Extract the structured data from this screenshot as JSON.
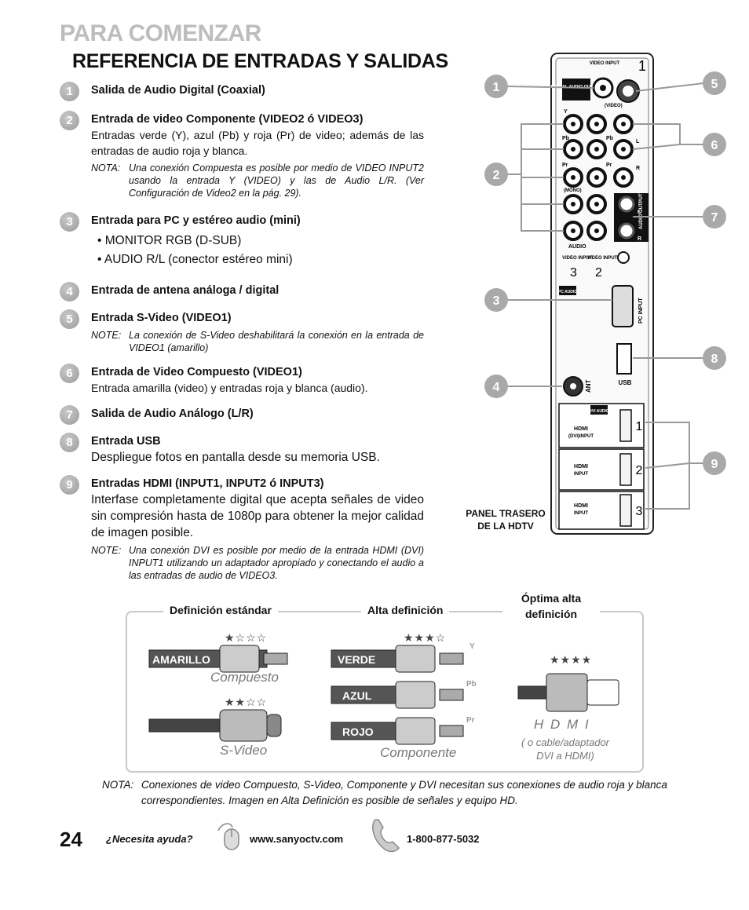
{
  "header": {
    "kicker": "PARA COMENZAR",
    "title": "REFERENCIA DE ENTRADAS Y SALIDAS"
  },
  "items": [
    {
      "num": "1",
      "title": "Salida de Audio Digital (Coaxial)"
    },
    {
      "num": "2",
      "title": "Entrada de video Componente (VIDEO2 ó VIDEO3)",
      "desc": "Entradas verde (Y), azul (Pb) y roja (Pr) de video; además de las entradas de audio roja y blanca.",
      "note_label": "NOTA:",
      "note": "Una conexión Compuesta es posible por medio de VIDEO INPUT2 usando la entrada Y (VIDEO) y las de Audio L/R. (Ver Configuración de Video2 en la pág. 29)."
    },
    {
      "num": "3",
      "title": "Entrada para PC y estéreo audio (mini)",
      "bullets": [
        "• MONITOR RGB (D-SUB)",
        "• AUDIO R/L (conector estéreo mini)"
      ]
    },
    {
      "num": "4",
      "title": "Entrada de antena análoga / digital"
    },
    {
      "num": "5",
      "title": "Entrada S-Video (VIDEO1)",
      "note_label": "NOTE:",
      "note": "La conexión de S-Video deshabilitará la conexión en la entrada de VIDEO1 (amarillo)"
    },
    {
      "num": "6",
      "title": "Entrada de Video Compuesto (VIDEO1)",
      "desc": "Entrada amarilla (video) y entradas roja y blanca (audio)."
    },
    {
      "num": "7",
      "title": "Salida de Audio Análogo (L/R)"
    },
    {
      "num": "8",
      "title": "Entrada USB",
      "desc": "Despliegue fotos en pantalla desde su memoria USB."
    },
    {
      "num": "9",
      "title": "Entradas HDMI (INPUT1, INPUT2 ó INPUT3)",
      "desc": "Interfase completamente digital que acepta señales de video sin compresión hasta de 1080p para obtener la mejor calidad de imagen posible.",
      "note_label": "NOTE:",
      "note": "Una conexión DVI es posible por medio de la entrada HDMI (DVI) INPUT1 utilizando un adaptador apropiado y conectando el audio a las entradas de audio de VIDEO3."
    }
  ],
  "panel": {
    "caption_line1": "PANEL TRASERO",
    "caption_line2": "DE LA HDTV",
    "callouts": [
      "1",
      "2",
      "3",
      "4",
      "5",
      "6",
      "7",
      "8",
      "9"
    ],
    "labels": {
      "digital_audio": "DIGITAL AUDIO OUTPUT",
      "video_input": "VIDEO INPUT",
      "input1_num": "1",
      "video_tag": "(VIDEO)",
      "y": "Y",
      "pb": "Pb",
      "pr": "Pr",
      "l": "L",
      "r": "R",
      "mono": "(MONO)",
      "audio": "AUDIO",
      "vi3": "VIDEO INPUT",
      "vi3_num": "3",
      "vi2": "VIDEO INPUT",
      "vi2_num": "2",
      "pc_input": "PC INPUT",
      "pc_audio": "PC AUDIO",
      "audio_output": "AUDIO OUTPUT",
      "ant": "ANT",
      "usb": "USB",
      "hdmi": "HDMI",
      "dvi_input": "(DVI)INPUT",
      "input": "INPUT",
      "dvi_audio": "DVI AUDIO",
      "hdmi1": "1",
      "hdmi2": "2",
      "hdmi3": "3"
    }
  },
  "definitions": {
    "standard": "Definición estándar",
    "high": "Alta definición",
    "optimal_line1": "Óptima alta",
    "optimal_line2": "definición",
    "compuesto": "Compuesto",
    "svideo": "S-Video",
    "componente": "Componente",
    "hdmi": "H D M I",
    "hdmi_sub_line1": "( o cable/adaptador",
    "hdmi_sub_line2": "DVI a HDMI)",
    "amarillo": "AMARILLO",
    "verde": "VERDE",
    "azul": "AZUL",
    "rojo": "ROJO",
    "y": "Y",
    "pb": "Pb",
    "pr": "Pr",
    "stars_1": "★☆☆☆",
    "stars_2": "★★☆☆",
    "stars_3": "★★★☆",
    "stars_4": "★★★★"
  },
  "bottom_note": {
    "label": "NOTA:",
    "text": "Conexiones de video Compuesto, S-Video, Componente y DVI necesitan sus conexiones de audio roja y blanca correspondientes. Imagen en Alta Definición es posible de señales y equipo HD."
  },
  "footer": {
    "page": "24",
    "help": "¿Necesita ayuda?",
    "url": "www.sanyoctv.com",
    "phone": "1-800-877-5032"
  }
}
